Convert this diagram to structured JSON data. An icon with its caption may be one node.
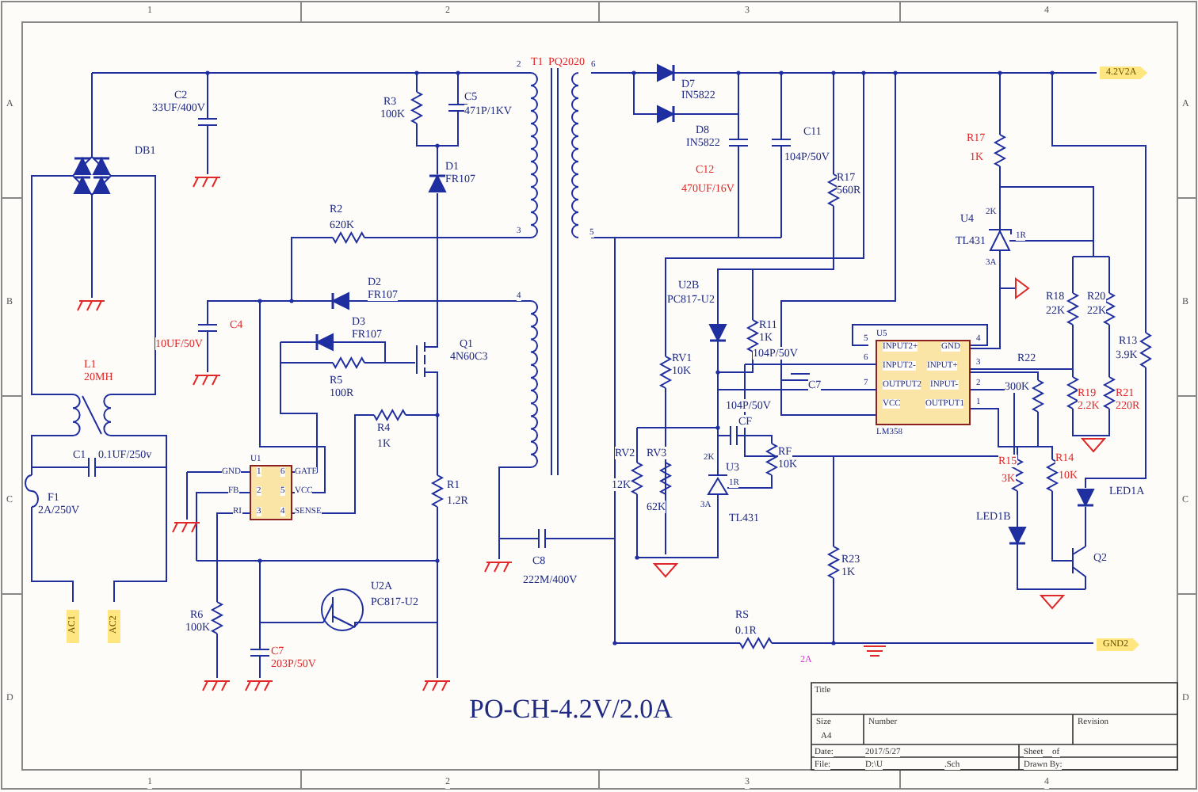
{
  "diagram": {
    "title": "PO-CH-4.2V/2.0A",
    "labels": [
      "1",
      "2",
      "3",
      "4",
      "2",
      "T1",
      "PQ2020",
      "6",
      "C2",
      "33UF/400V",
      "R3",
      "100K",
      "C5",
      "471P/1KV",
      "D7",
      "IN5822",
      "4.2V2A",
      "A",
      "A",
      "DB1",
      "D1",
      "FR107",
      "D8",
      "IN5822",
      "C11",
      "104P/50V",
      "C12",
      "470UF/16V",
      "R17",
      "1K",
      "R17",
      "560R",
      "R2",
      "620K",
      "3",
      "5",
      "2K",
      "U4",
      "1R",
      "TL431",
      "3A",
      "D2",
      "FR107",
      "4",
      "B",
      "B",
      "U2B",
      "PC817-U2",
      "R18",
      "22K",
      "R20",
      "22K",
      "R11",
      "1K",
      "C4",
      "10UF/50V",
      "D3",
      "FR107",
      "Q1",
      "4N60C3",
      "U5",
      "5",
      "INPUT2+",
      "GND",
      "4",
      "R13",
      "3.9K",
      "L1",
      "20MH",
      "RV1",
      "10K",
      "104P/50V",
      "6",
      "INPUT2-",
      "INPUT+",
      "3",
      "R22",
      "R5",
      "100R",
      "C7",
      "7",
      "OUTPUT2",
      "INPUT-",
      "2",
      "300K",
      "104P/50V",
      "VCC",
      "OUTPUT1",
      "1",
      "R19",
      "2.2K",
      "R21",
      "220R",
      "CF",
      "LM358",
      "R4",
      "1K",
      "C1",
      "0.1UF/250v",
      "RV2",
      "RV3",
      "RF",
      "10K",
      "U1",
      "GND",
      "1",
      "6",
      "GATE",
      "FB",
      "2",
      "5",
      "VCC",
      "RI",
      "3",
      "4",
      "SENSE",
      "2K",
      "U3",
      "12K",
      "62K",
      "1R",
      "R15",
      "R14",
      "R1",
      "1.2R",
      "F1",
      "2A/250V",
      "C",
      "C",
      "3K",
      "10K",
      "LED1A",
      "3A",
      "TL431",
      "LED1B",
      "C8",
      "222M/400V",
      "R23",
      "1K",
      "Q2",
      "U2A",
      "PC817-U2",
      "R6",
      "100K",
      "AC1",
      "AC2",
      "RS",
      "0.1R",
      "GND2",
      "2A",
      "C7",
      "203P/50V",
      "D",
      "D",
      "Title",
      "Size",
      "Number",
      "Revision",
      "A4",
      "Date:",
      "2017/5/27",
      "Sheet",
      "of",
      "File:",
      "D:\\U",
      ".Sch",
      "Drawn By:",
      "1",
      "2",
      "3",
      "4"
    ]
  }
}
